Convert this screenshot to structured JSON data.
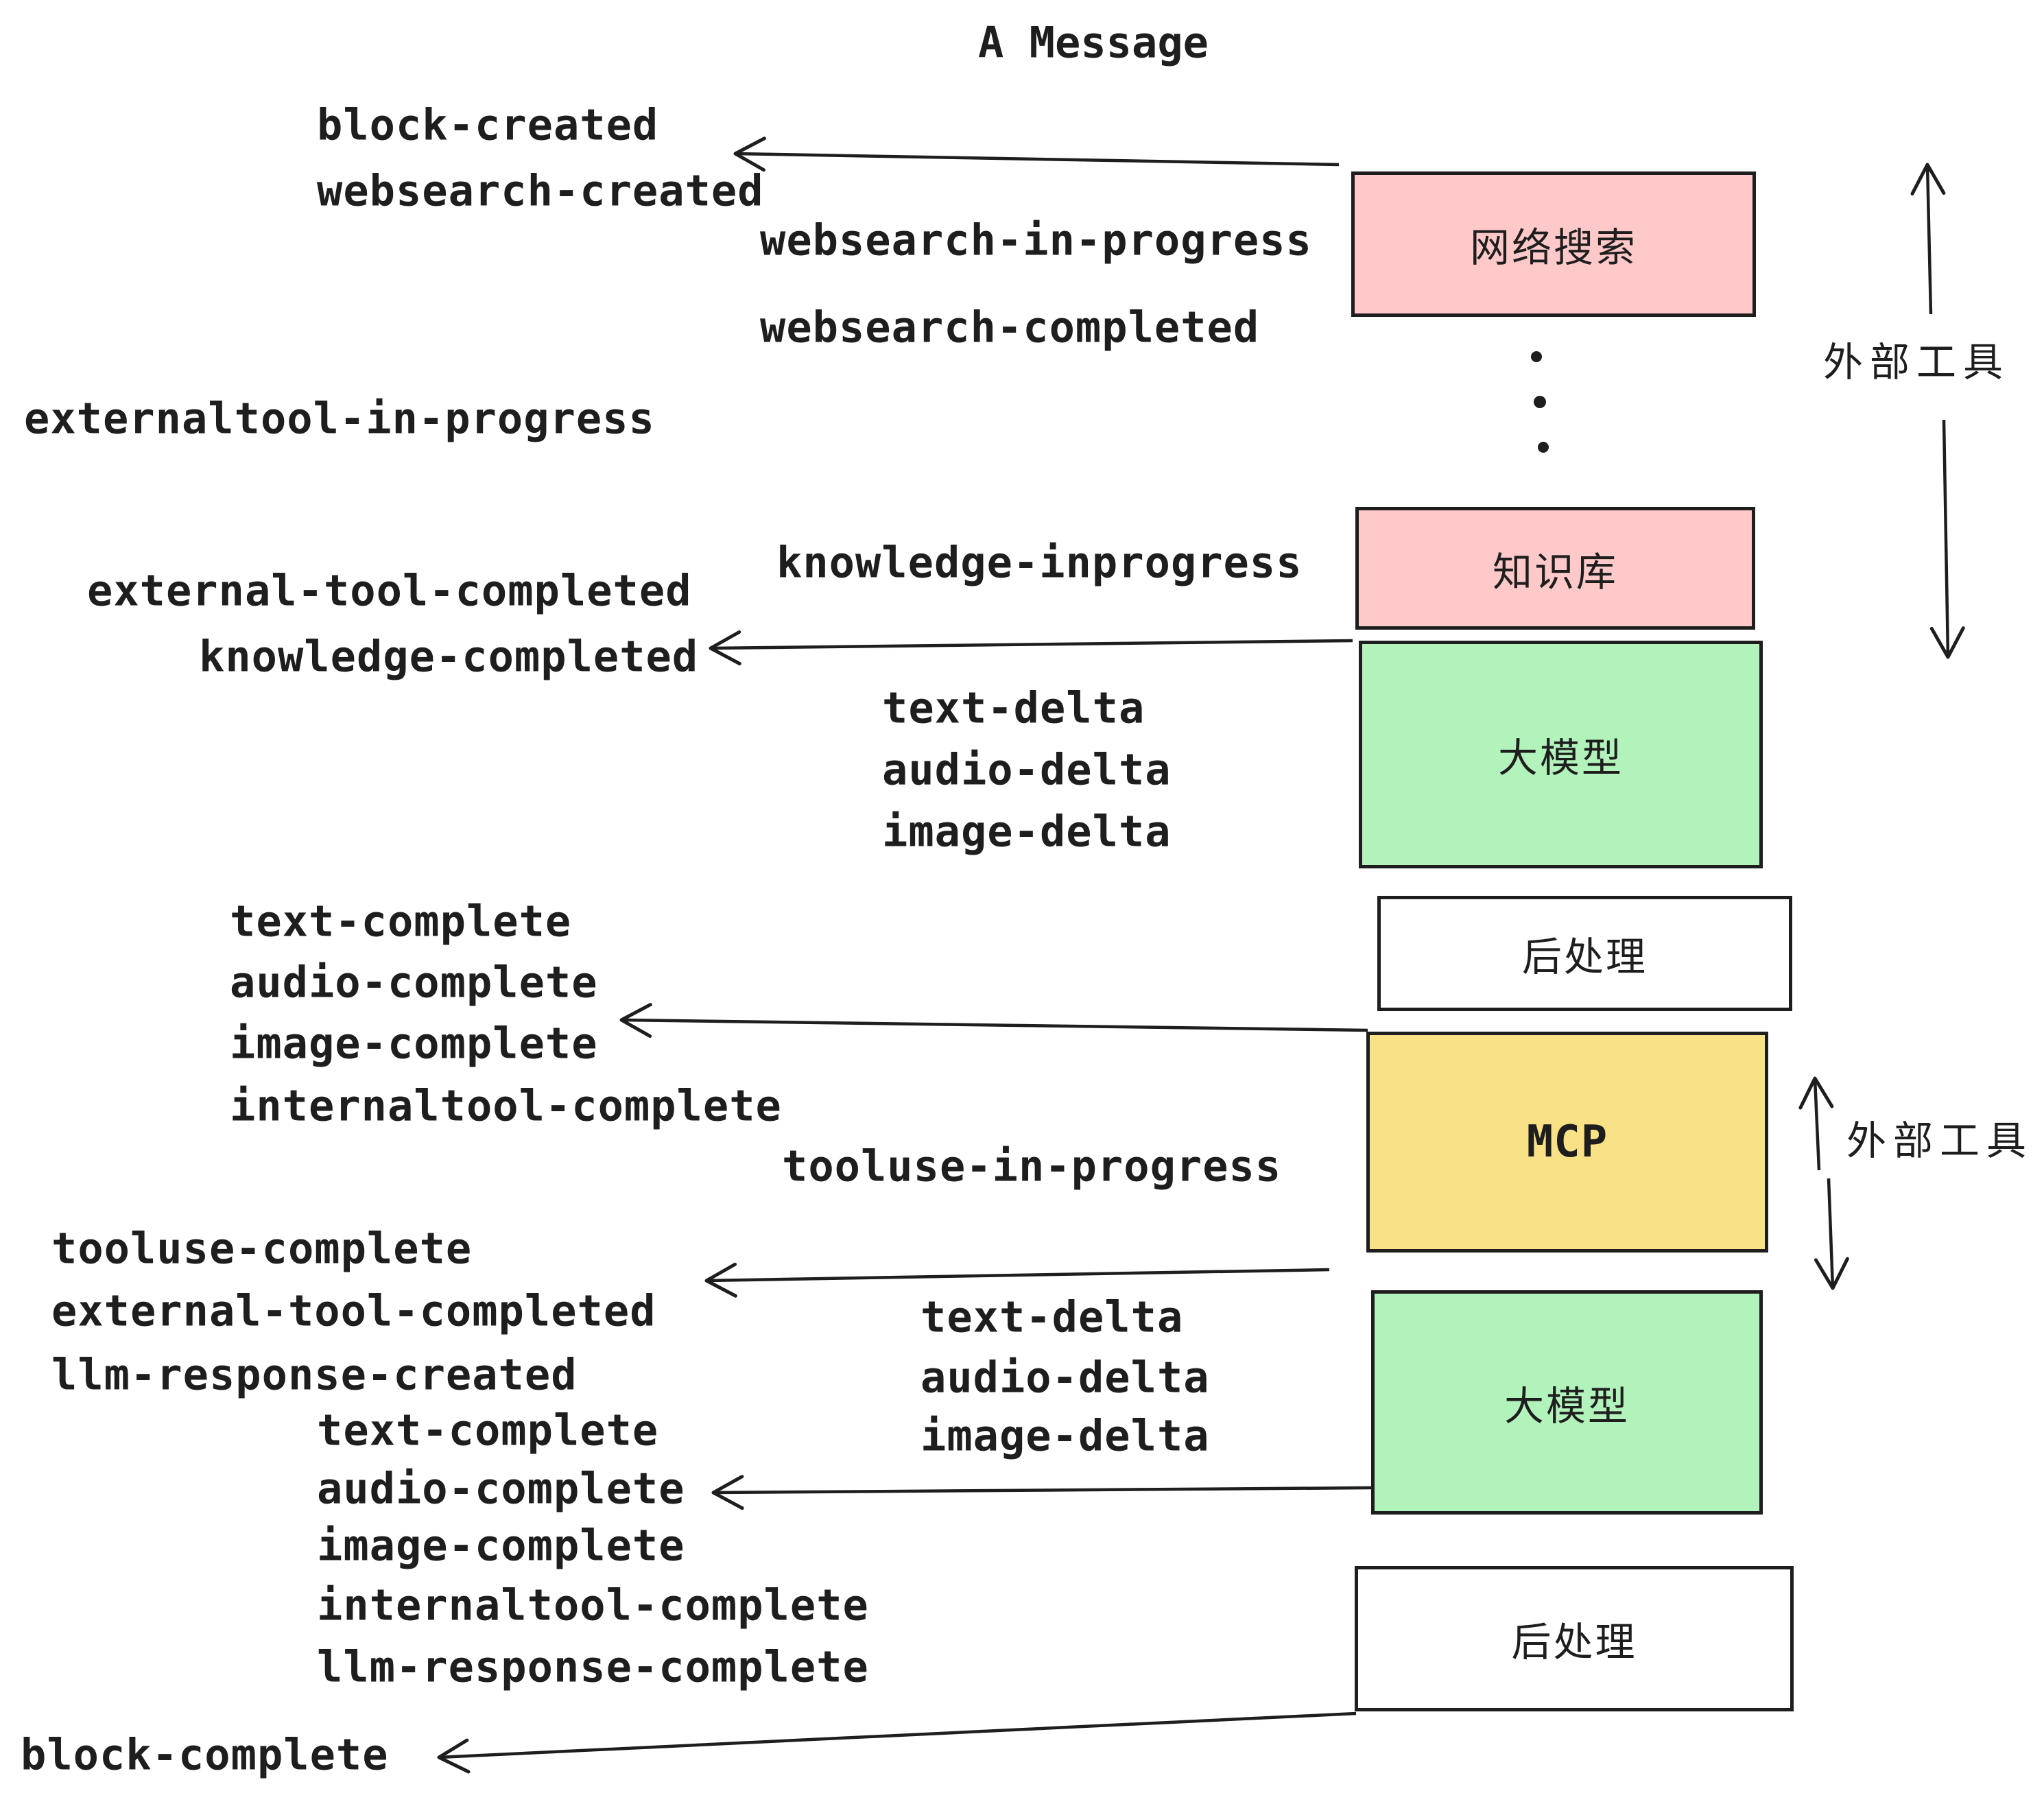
{
  "title": "A Message",
  "colors": {
    "box_pink": "#ffc9c9",
    "box_green": "#b2f2bb",
    "box_yellow": "#f9e286",
    "box_white": "#ffffff",
    "stroke": "#1e1e1e",
    "background": "#ffffff"
  },
  "boxes": {
    "websearch": {
      "label": "网络搜索",
      "color": "#ffc9c9"
    },
    "knowledge": {
      "label": "知识库",
      "color": "#ffc9c9"
    },
    "llm_top": {
      "label": "大模型",
      "color": "#b2f2bb"
    },
    "post_top": {
      "label": "后处理",
      "color": "#ffffff"
    },
    "mcp": {
      "label": "MCP",
      "color": "#f9e286"
    },
    "llm_bottom": {
      "label": "大模型",
      "color": "#b2f2bb"
    },
    "post_bottom": {
      "label": "后处理",
      "color": "#ffffff"
    }
  },
  "side_labels": {
    "top": "外部工具",
    "bottom": "外部工具"
  },
  "events": {
    "block_created": "block-created",
    "websearch_created": "websearch-created",
    "websearch_in_progress": "websearch-in-progress",
    "websearch_completed": "websearch-completed",
    "externaltool_in_progress": "externaltool-in-progress",
    "knowledge_inprogress": "knowledge-inprogress",
    "external_tool_completed_1": "external-tool-completed",
    "knowledge_completed": "knowledge-completed",
    "text_delta_1": "text-delta",
    "audio_delta_1": "audio-delta",
    "image_delta_1": "image-delta",
    "text_complete_1": "text-complete",
    "audio_complete_1": "audio-complete",
    "image_complete_1": "image-complete",
    "internaltool_complete_1": "internaltool-complete",
    "tooluse_in_progress": "tooluse-in-progress",
    "tooluse_complete": "tooluse-complete",
    "external_tool_completed_2": "external-tool-completed",
    "llm_response_created": "llm-response-created",
    "text_delta_2": "text-delta",
    "audio_delta_2": "audio-delta",
    "image_delta_2": "image-delta",
    "text_complete_2": "text-complete",
    "audio_complete_2": "audio-complete",
    "image_complete_2": "image-complete",
    "internaltool_complete_2": "internaltool-complete",
    "llm_response_complete": "llm-response-complete",
    "block_complete": "block-complete"
  },
  "icons": {
    "vertical_ellipsis": "⋮"
  }
}
